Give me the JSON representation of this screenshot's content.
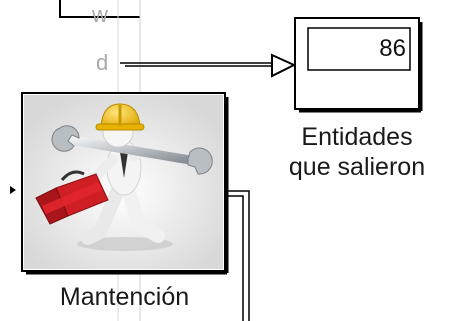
{
  "upstream_block": {
    "port_labels": [
      "w",
      "d"
    ]
  },
  "display_block": {
    "value": "86",
    "caption_line1": "Entidades",
    "caption_line2": "que salieron"
  },
  "server_block": {
    "caption": "Mantención",
    "image_icon": "maintenance-worker-icon"
  },
  "colors": {
    "line": "#000000",
    "block_border": "#000000",
    "port_label": "#a9a9a9",
    "helmet": "#f2c21b",
    "toolbox": "#d21f25",
    "wrench": "#9aa0a6"
  }
}
